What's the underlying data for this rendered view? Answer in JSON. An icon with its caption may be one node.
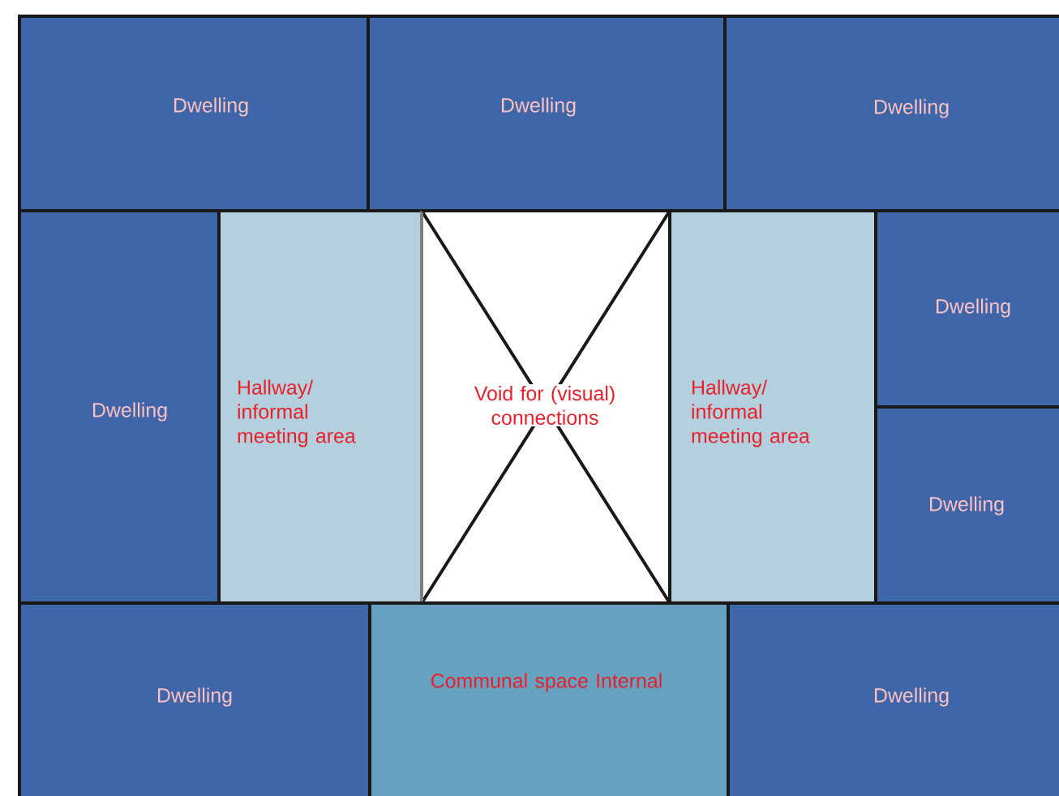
{
  "diagram": {
    "nodes": [
      {
        "text": [
          "Dwelling"
        ]
      },
      {
        "text": [
          "Dwelling"
        ]
      },
      {
        "text": [
          "Dwelling"
        ]
      },
      {
        "text": [
          "Dwelling"
        ]
      },
      {
        "text": [
          "Hallway/ informal meeting area"
        ]
      },
      {
        "text": [
          "Void for (visual) connections"
        ]
      },
      {
        "text": [
          "Hallway/ informal meeting area"
        ]
      },
      {
        "text": [
          "Dwelling"
        ]
      },
      {
        "text": [
          "Dwelling"
        ]
      },
      {
        "text": [
          "Dwelling"
        ]
      },
      {
        "text": [
          "Communal space Internal"
        ]
      },
      {
        "text": [
          "Dwelling"
        ]
      }
    ]
  }
}
